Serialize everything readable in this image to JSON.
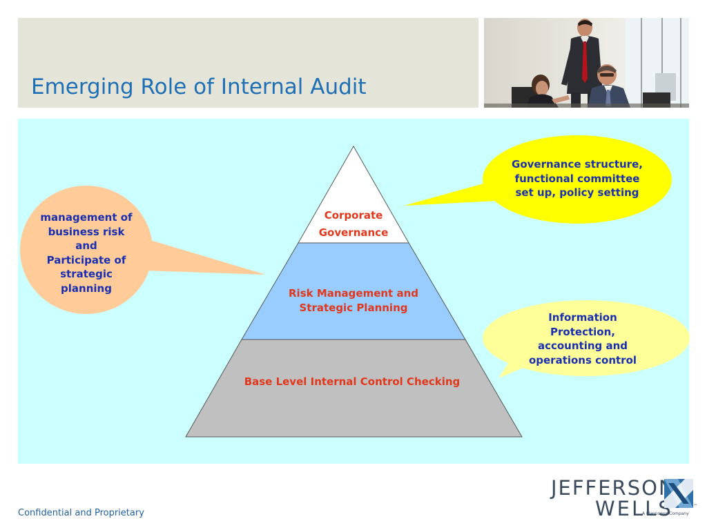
{
  "slide": {
    "title": "Emerging Role of Internal Audit",
    "footer": "Confidential and Proprietary"
  },
  "pyramid": {
    "tiers": [
      {
        "label_lines": [
          "Corporate",
          "Governance"
        ],
        "color": "#ffffff"
      },
      {
        "label_lines": [
          "Risk Management and",
          "Strategic Planning"
        ],
        "color": "#99ccff"
      },
      {
        "label_lines": [
          "Base Level Internal Control Checking"
        ],
        "color": "#c0c0c0"
      }
    ],
    "label_color": "#e0381c"
  },
  "callouts": {
    "left": {
      "lines": [
        "management of",
        "business risk",
        "and",
        "Participate of",
        "strategic",
        "planning"
      ],
      "fill": "#ffcc99",
      "text_color": "#1a2fb0"
    },
    "top_right": {
      "lines": [
        "Governance structure,",
        "functional committee",
        "set up, policy setting"
      ],
      "fill": "#ffff00",
      "text_color": "#1a2fb0"
    },
    "bottom_right": {
      "lines": [
        "Information",
        "Protection,",
        "accounting and",
        "operations control"
      ],
      "fill": "#ffff99",
      "text_color": "#1a2fb0"
    }
  },
  "logo": {
    "line1": "JEFFERSON",
    "line2": "WELLS",
    "tagline": "A Manpower Company",
    "trademark": "™"
  },
  "colors": {
    "title": "#1f6fb5",
    "title_band": "#e4e4d8",
    "content_background": "#ccffff",
    "footer_text": "#1f5f9f"
  }
}
